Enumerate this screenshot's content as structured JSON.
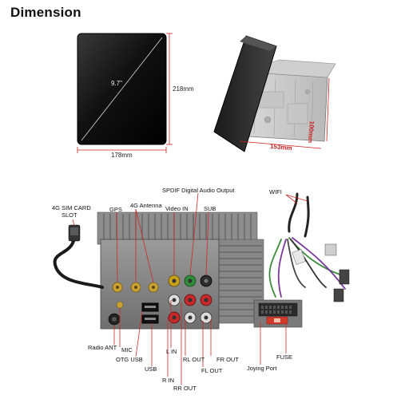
{
  "heading": "Dimension",
  "dimensions": {
    "screen_diagonal": "9.7\"",
    "height": "218mm",
    "width": "178mm",
    "bracket_width": "153mm",
    "bracket_height": "100mm"
  },
  "ports": {
    "sim_slot": "4G SIM CARD\nSLOT",
    "sim_line1": "4G SIM CARD",
    "sim_line2": "SLOT",
    "gps": "GPS",
    "antenna_4g": "4G Antenna",
    "video_in": "Video IN",
    "spdif": "SPDIF Digital Audio Output",
    "sub": "SUB",
    "wifi": "WIFI",
    "radio_ant": "Radio ANT",
    "mic": "MIC",
    "otg_usb": "OTG USB",
    "usb": "USB",
    "l_in": "L IN",
    "r_in": "R IN",
    "rl_out": "RL OUT",
    "rr_out": "RR OUT",
    "fl_out": "FL OUT",
    "fr_out": "FR OUT",
    "joying_port": "Joying Port",
    "fuse": "FUSE"
  }
}
